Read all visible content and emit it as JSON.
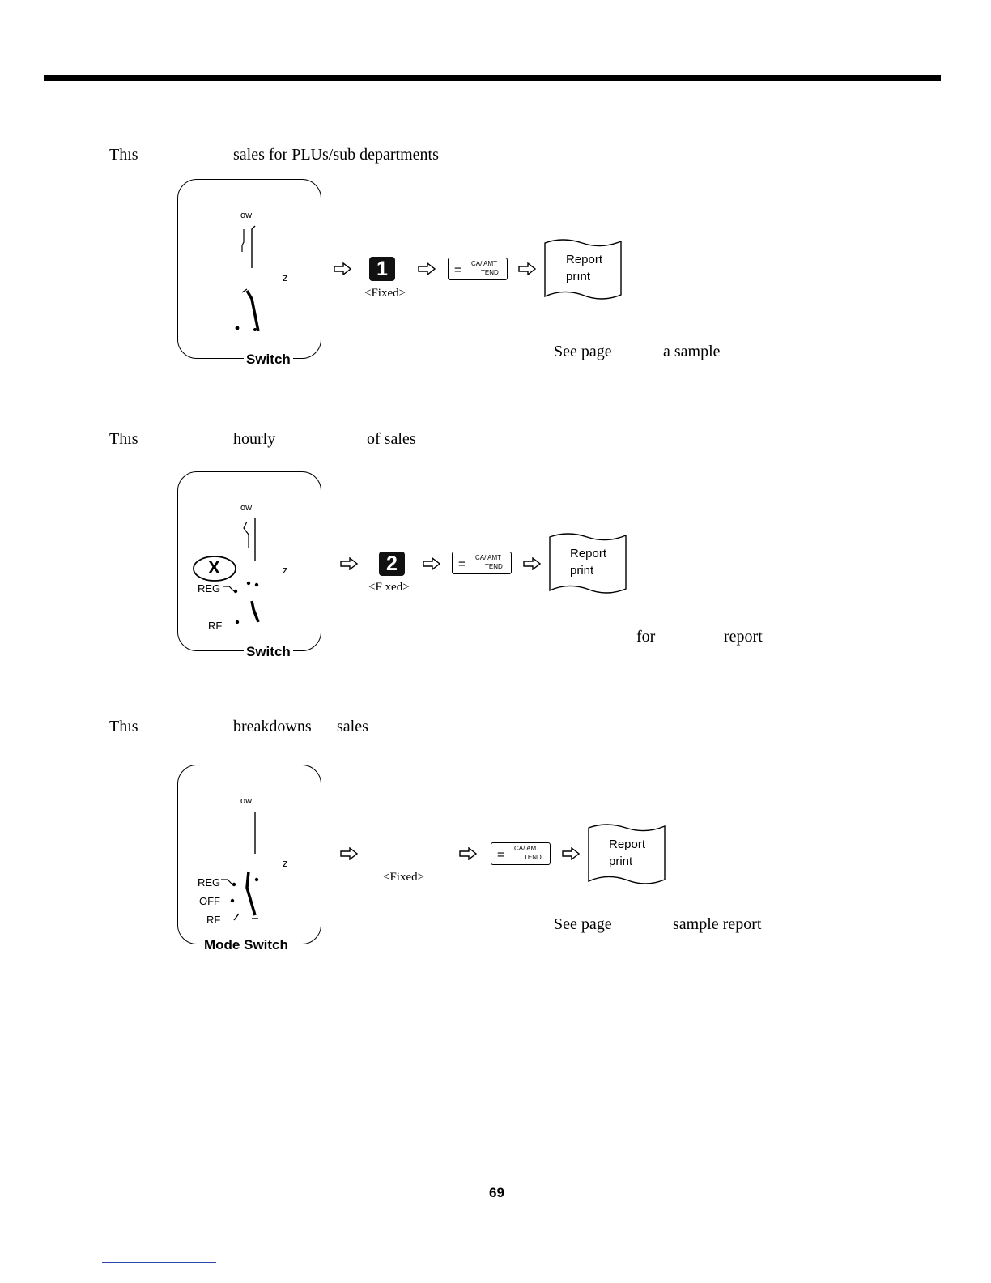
{
  "section1": {
    "intro": [
      "Thıs",
      "sales for PLUs/sub departments"
    ],
    "switch_label": "Switch",
    "switch_pos_top": "ow",
    "switch_pos_z": "z",
    "key_number": "1",
    "key_note": "<Fixed>",
    "report_line1": "Report",
    "report_line2": "prınt",
    "note": [
      "See page",
      "a sample"
    ]
  },
  "section2": {
    "intro": [
      "Thıs",
      "hourly",
      "of sales"
    ],
    "switch_label": "Switch",
    "switch_pos_top": "ow",
    "switch_pos_z": "z",
    "switch_pos_x": "X",
    "switch_pos_reg": "REG",
    "switch_pos_rf": "RF",
    "key_number": "2",
    "key_note": "<F xed>",
    "report_line1": "Report",
    "report_line2": "print",
    "note": [
      "for",
      "report"
    ]
  },
  "section3": {
    "intro": [
      "Thıs",
      "breakdowns",
      "sales"
    ],
    "switch_label": "Mode Switch",
    "switch_pos_top": "ow",
    "switch_pos_z": "z",
    "switch_pos_reg": "REG",
    "switch_pos_off": "OFF",
    "switch_pos_rf": "RF",
    "key_note": "<Fixed>",
    "report_line1": "Report",
    "report_line2": "print",
    "note": [
      "See page",
      "sample report"
    ]
  },
  "ca_key": {
    "eq": "=",
    "top": "CA/ AMT",
    "bottom": "TEND"
  },
  "page_number": "69"
}
